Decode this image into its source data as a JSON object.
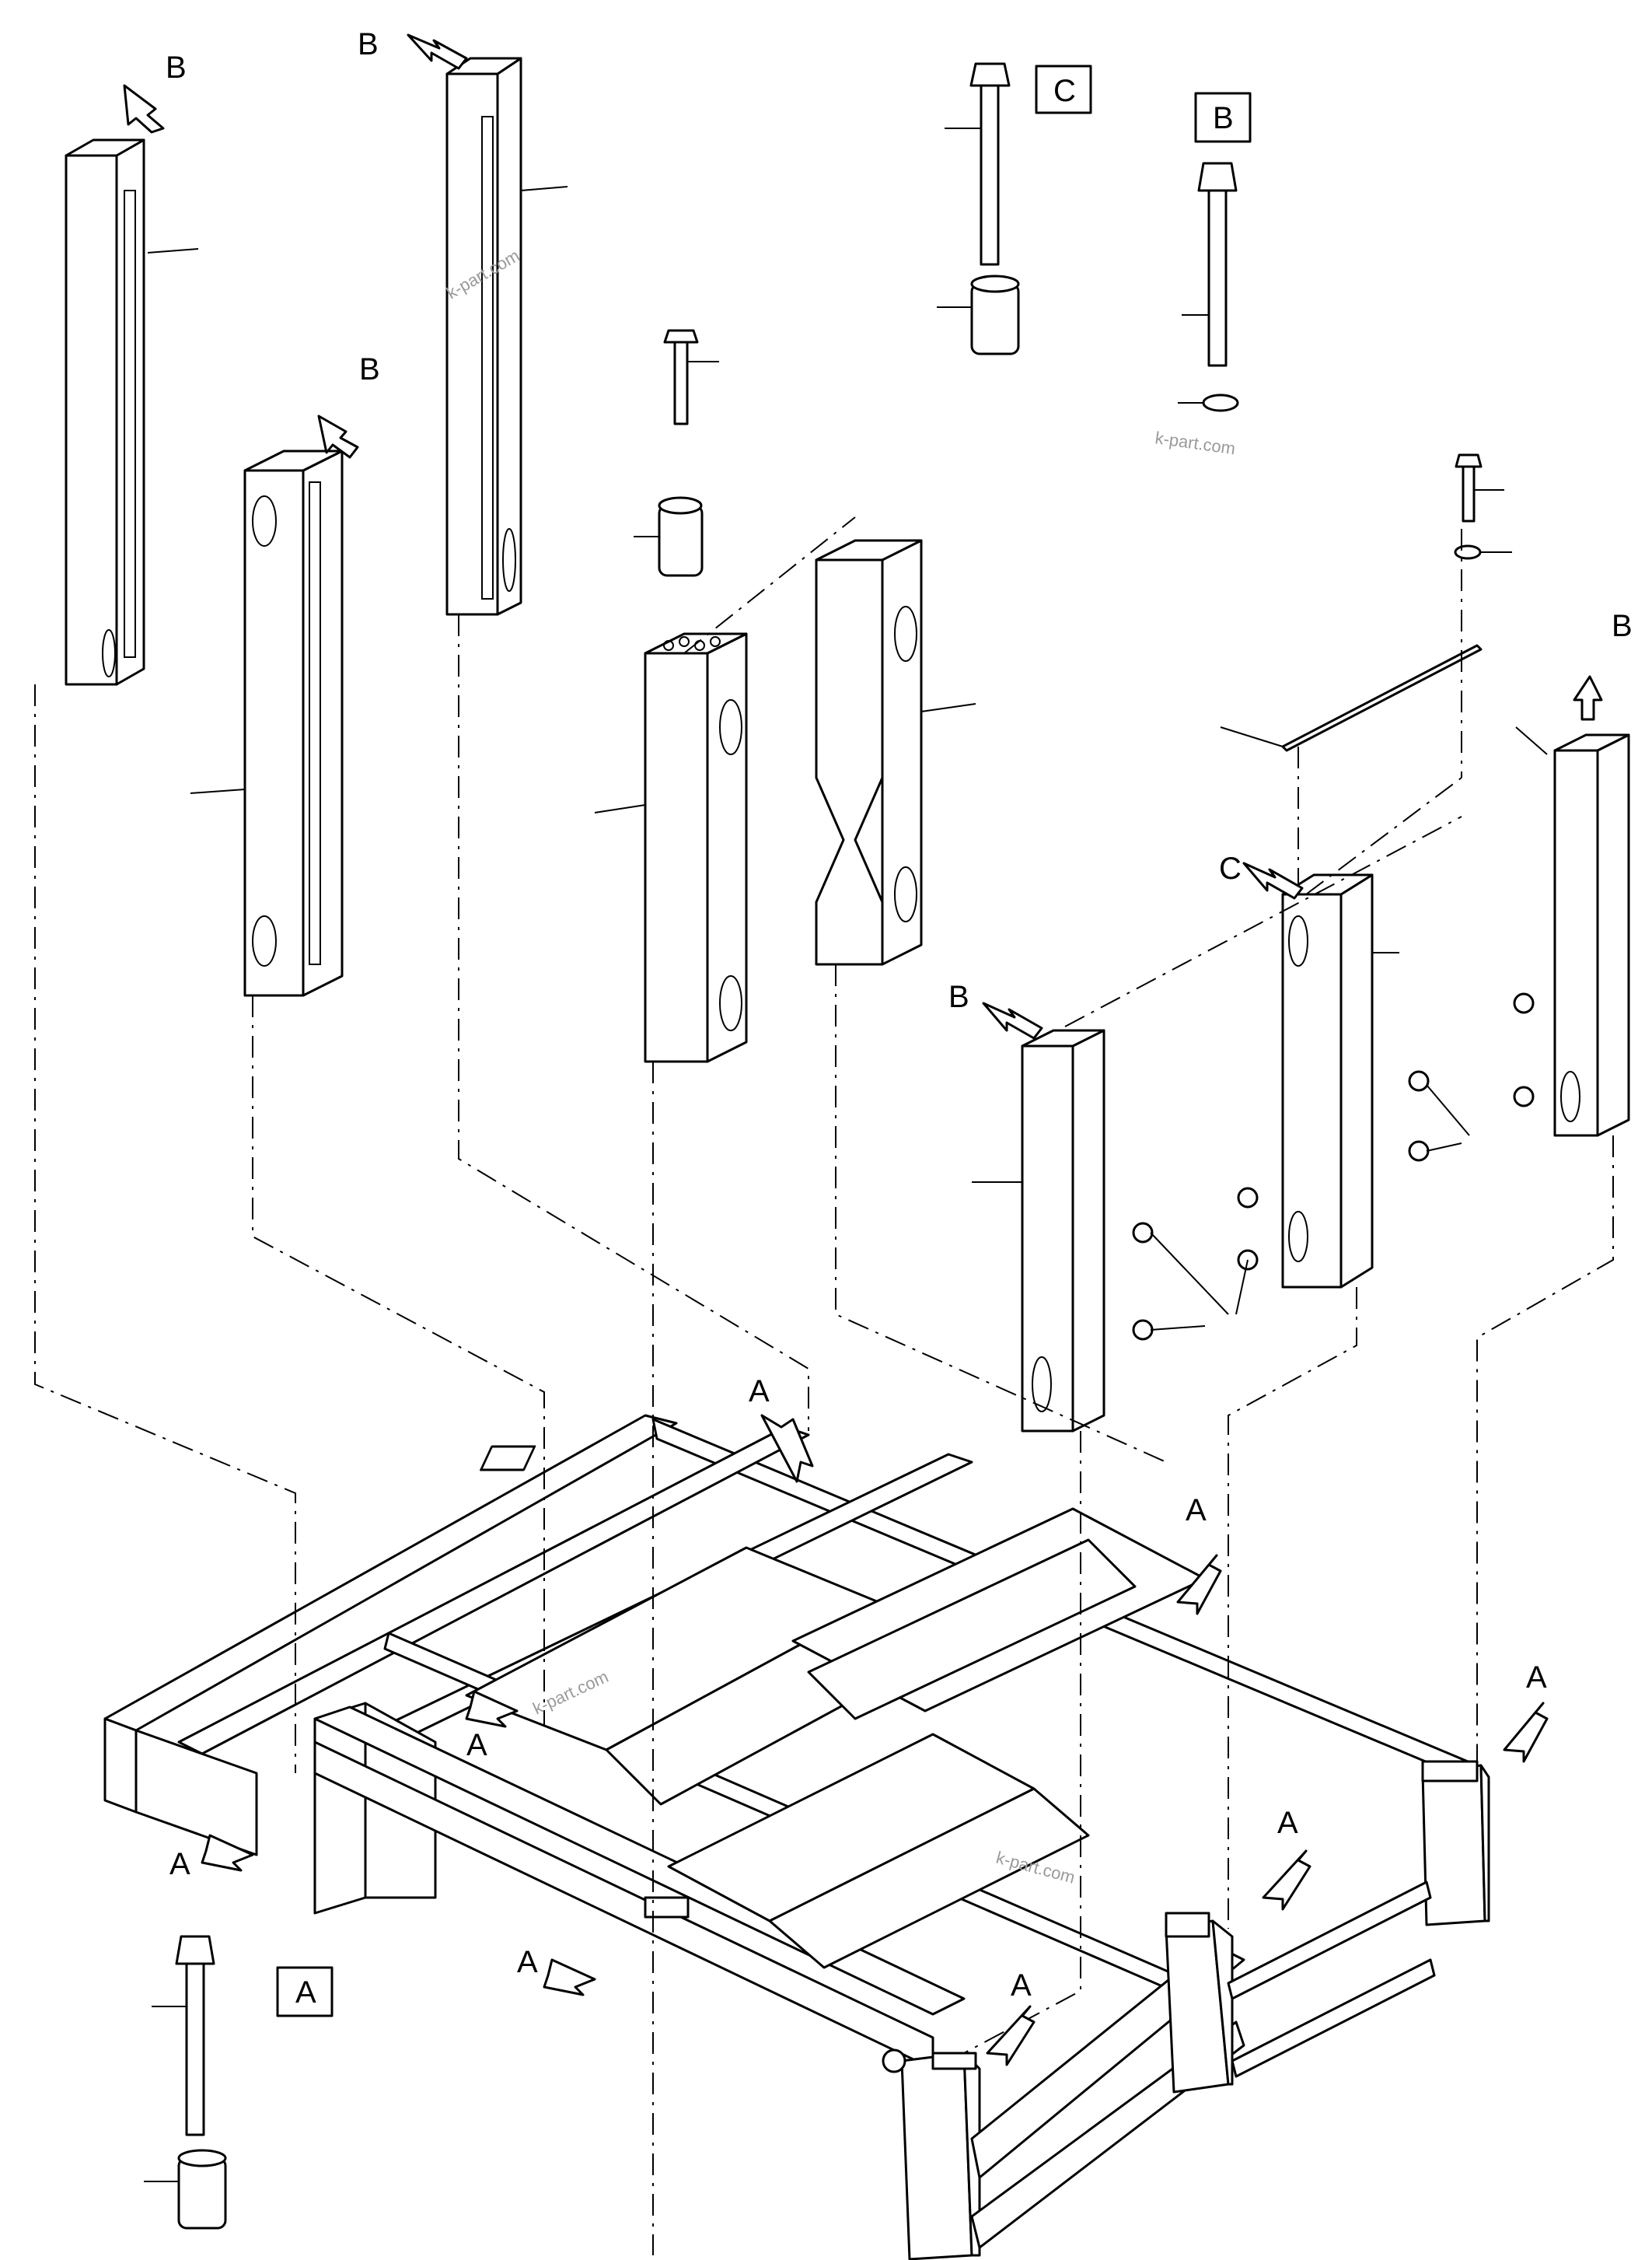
{
  "labels": {
    "a": "A",
    "b": "B",
    "c": "C"
  },
  "callouts": {
    "a_box": "A",
    "b_box": "B",
    "c_box": "C"
  },
  "watermark": "k-part.com"
}
